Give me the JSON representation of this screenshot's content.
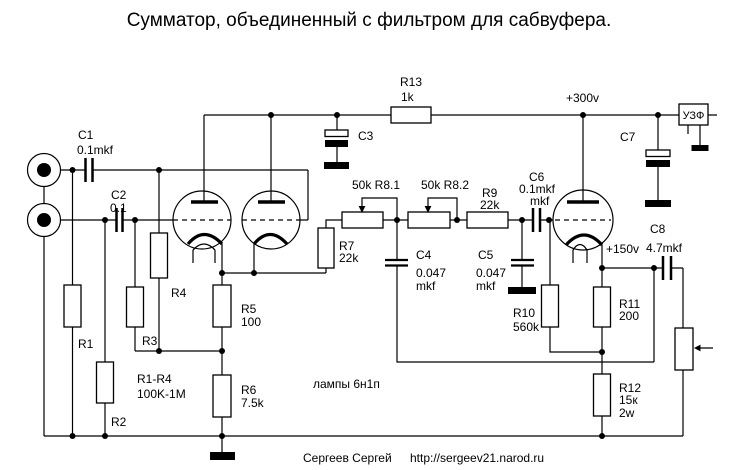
{
  "title": "Сумматор, объединенный с фильтром для сабвуфера.",
  "colors": {
    "background": "#ffffff",
    "ink": "#000000"
  },
  "power": {
    "plate_supply": "+300v",
    "output_dc_level": "+150v"
  },
  "block": {
    "uzf": "УЗФ"
  },
  "notes": {
    "tubes": "лампы 6н1п",
    "r_group": "R1-R4",
    "r_group_value": "100K-1M"
  },
  "footer": {
    "author": "Сергеев Сергей",
    "url": "http://sergeev21.narod.ru"
  },
  "components": {
    "C1": {
      "ref": "C1",
      "value": "0.1mkf"
    },
    "C2": {
      "ref": "C2",
      "value": "0.1"
    },
    "C3": {
      "ref": "C3"
    },
    "C4": {
      "ref": "C4",
      "value": "0.047",
      "unit": "mkf"
    },
    "C5": {
      "ref": "C5",
      "value": "0.047",
      "unit": "mkf"
    },
    "C6": {
      "ref": "C6",
      "value": "0.1mkf",
      "unit": "mkf"
    },
    "C7": {
      "ref": "C7"
    },
    "C8": {
      "ref": "C8",
      "value": "4.7mkf"
    },
    "R1": {
      "ref": "R1"
    },
    "R2": {
      "ref": "R2"
    },
    "R3": {
      "ref": "R3"
    },
    "R4": {
      "ref": "R4"
    },
    "R5": {
      "ref": "R5",
      "value": "100"
    },
    "R6": {
      "ref": "R6",
      "value": "7.5k"
    },
    "R7": {
      "ref": "R7",
      "value": "22k"
    },
    "R8_1": {
      "label": "50k R8.1"
    },
    "R8_2": {
      "label": "50k R8.2"
    },
    "R9": {
      "ref": "R9",
      "value": "22k"
    },
    "R10": {
      "ref": "R10",
      "value": "560k"
    },
    "R11": {
      "ref": "R11",
      "value": "200"
    },
    "R12": {
      "ref": "R12",
      "value": "15к",
      "power": "2w"
    },
    "R13": {
      "ref": "R13",
      "value": "1k"
    }
  }
}
